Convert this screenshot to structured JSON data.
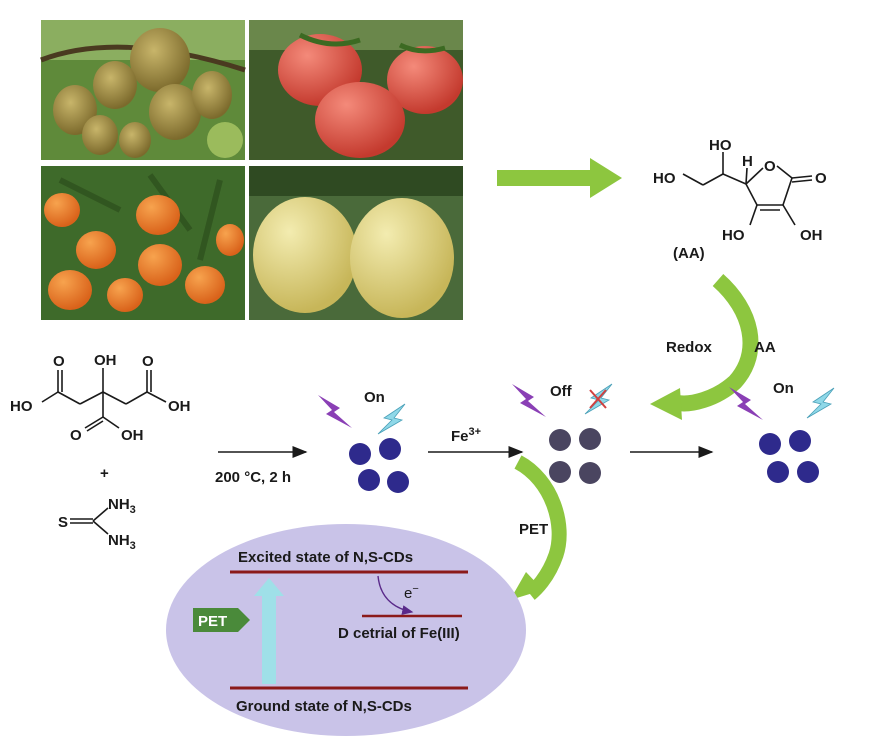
{
  "colors": {
    "green_arrow": "#8dc63f",
    "dot_blue": "#2e2a8c",
    "dot_quenched": "#4a4560",
    "lightning_purple": "#8a3fb5",
    "lightning_cyan": "#8fd8e8",
    "ellipse_fill": "#c9c3e8",
    "level_line": "#8b1a1a",
    "up_arrow": "#9fe0e8",
    "pet_tag": "#4a8a3a"
  },
  "icons": [
    "kiwi-photo",
    "tomato-photo",
    "mandarin-photo",
    "pear-photo",
    "lightning-icon",
    "carbon-dot-icon",
    "cross-icon"
  ],
  "ascorbic_acid": {
    "atoms": {
      "ho_top": "HO",
      "h": "H",
      "o_ring": "O",
      "o_carbonyl": "O",
      "ho_left": "HO",
      "ho_bottom_left": "HO",
      "oh_bottom_right": "OH"
    },
    "label": "(AA)"
  },
  "citric_acid": {
    "atoms": {
      "o1": "O",
      "oh_top": "OH",
      "o2": "O",
      "ho_left": "HO",
      "oh_right": "OH",
      "o3": "O",
      "oh_bottom": "OH"
    }
  },
  "plus": "+",
  "thiourea": {
    "s": "S",
    "nh3_top": "NH",
    "nh3_bottom": "NH",
    "sub": "3"
  },
  "steps": {
    "synthesis_condition": "200 °C, 2 h",
    "fe_label": "Fe",
    "fe_charge": "3+",
    "redox": "Redox",
    "aa": "AA",
    "pet": "PET"
  },
  "states": {
    "on1": "On",
    "off": "Off",
    "on2": "On"
  },
  "energy_diagram": {
    "excited": "Excited state of N,S-CDs",
    "ground": "Ground state of N,S-CDs",
    "acceptor": "D cetrial of Fe(III)",
    "electron": "e",
    "electron_charge": "−",
    "pet_tag": "PET"
  }
}
